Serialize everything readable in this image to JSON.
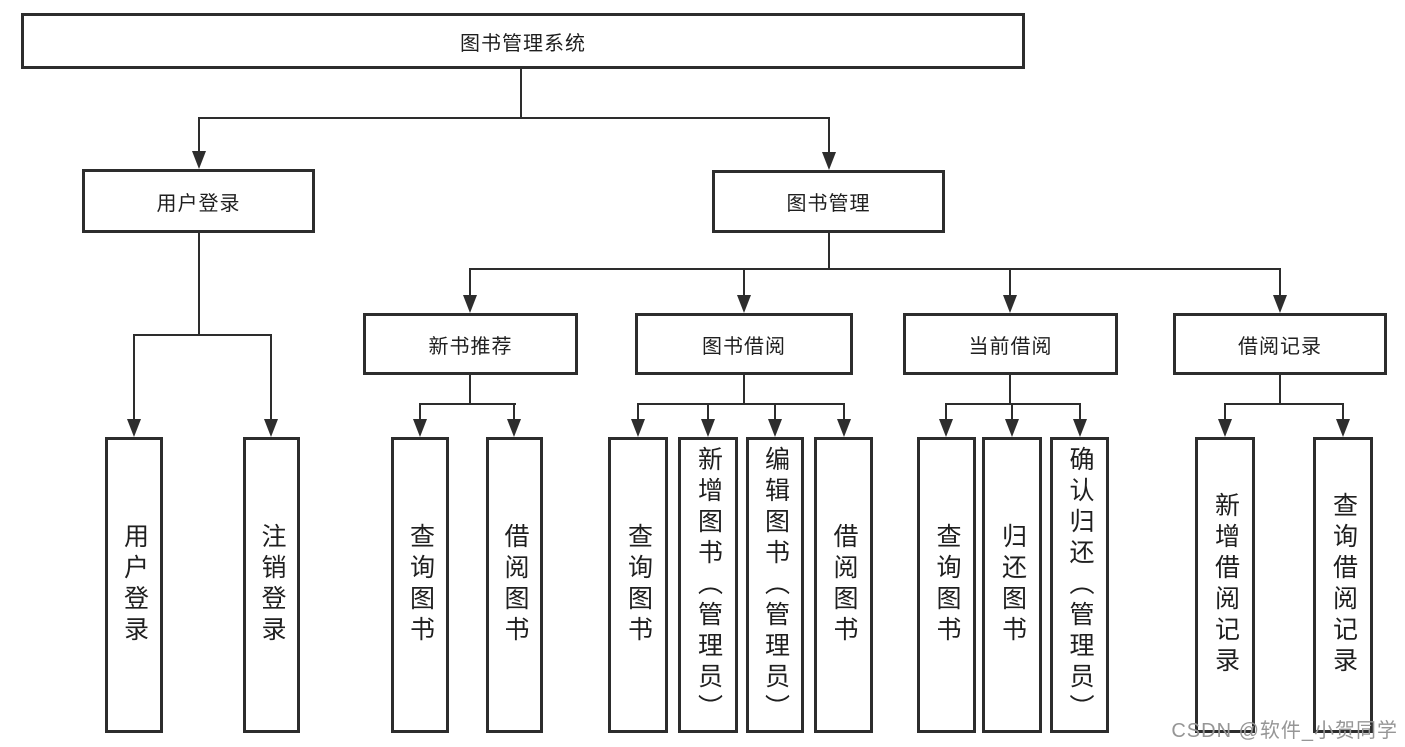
{
  "tree": {
    "label": "图书管理系统",
    "children": [
      {
        "label": "用户登录",
        "children": [
          {
            "label": "用户登录"
          },
          {
            "label": "注销登录"
          }
        ]
      },
      {
        "label": "图书管理",
        "children": [
          {
            "label": "新书推荐",
            "children": [
              {
                "label": "查询图书"
              },
              {
                "label": "借阅图书"
              }
            ]
          },
          {
            "label": "图书借阅",
            "children": [
              {
                "label": "查询图书"
              },
              {
                "label": "新增图书（管理员）"
              },
              {
                "label": "编辑图书（管理员）"
              },
              {
                "label": "借阅图书"
              }
            ]
          },
          {
            "label": "当前借阅",
            "children": [
              {
                "label": "查询图书"
              },
              {
                "label": "归还图书"
              },
              {
                "label": "确认归还（管理员）"
              }
            ]
          },
          {
            "label": "借阅记录",
            "children": [
              {
                "label": "新增借阅记录"
              },
              {
                "label": "查询借阅记录"
              }
            ]
          }
        ]
      }
    ]
  },
  "watermark": {
    "text": "CSDN @软件_小贺同学"
  },
  "colors": {
    "line": "#2d2d2d",
    "node_border": "#2d2d2d",
    "text": "#1f1f1f",
    "background": "#ffffff",
    "watermark": "#969696"
  }
}
